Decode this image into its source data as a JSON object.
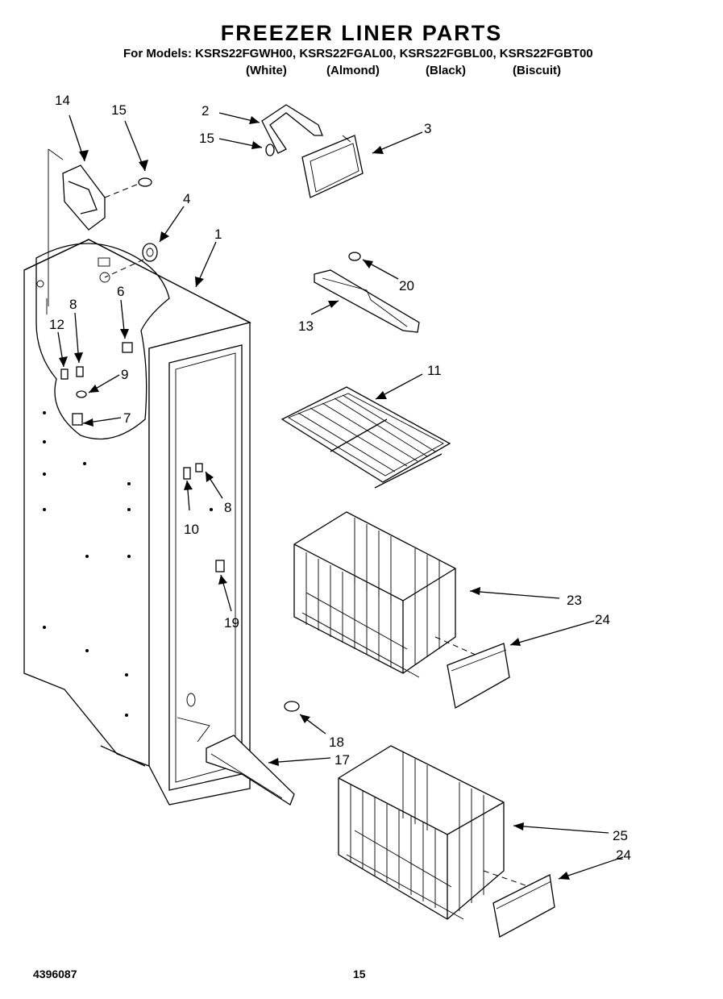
{
  "header": {
    "title": "FREEZER LINER PARTS",
    "models_line": "For Models: KSRS22FGWH00, KSRS22FGAL00, KSRS22FGBL00, KSRS22FGBT00",
    "colors": [
      "(White)",
      "(Almond)",
      "(Black)",
      "(Biscuit)"
    ]
  },
  "callouts": [
    "14",
    "15",
    "2",
    "15",
    "3",
    "4",
    "1",
    "20",
    "13",
    "6",
    "8",
    "12",
    "9",
    "7",
    "11",
    "10",
    "8",
    "19",
    "23",
    "24",
    "18",
    "17",
    "25",
    "24"
  ],
  "footer": {
    "doc_number": "4396087",
    "page_number": "15"
  }
}
